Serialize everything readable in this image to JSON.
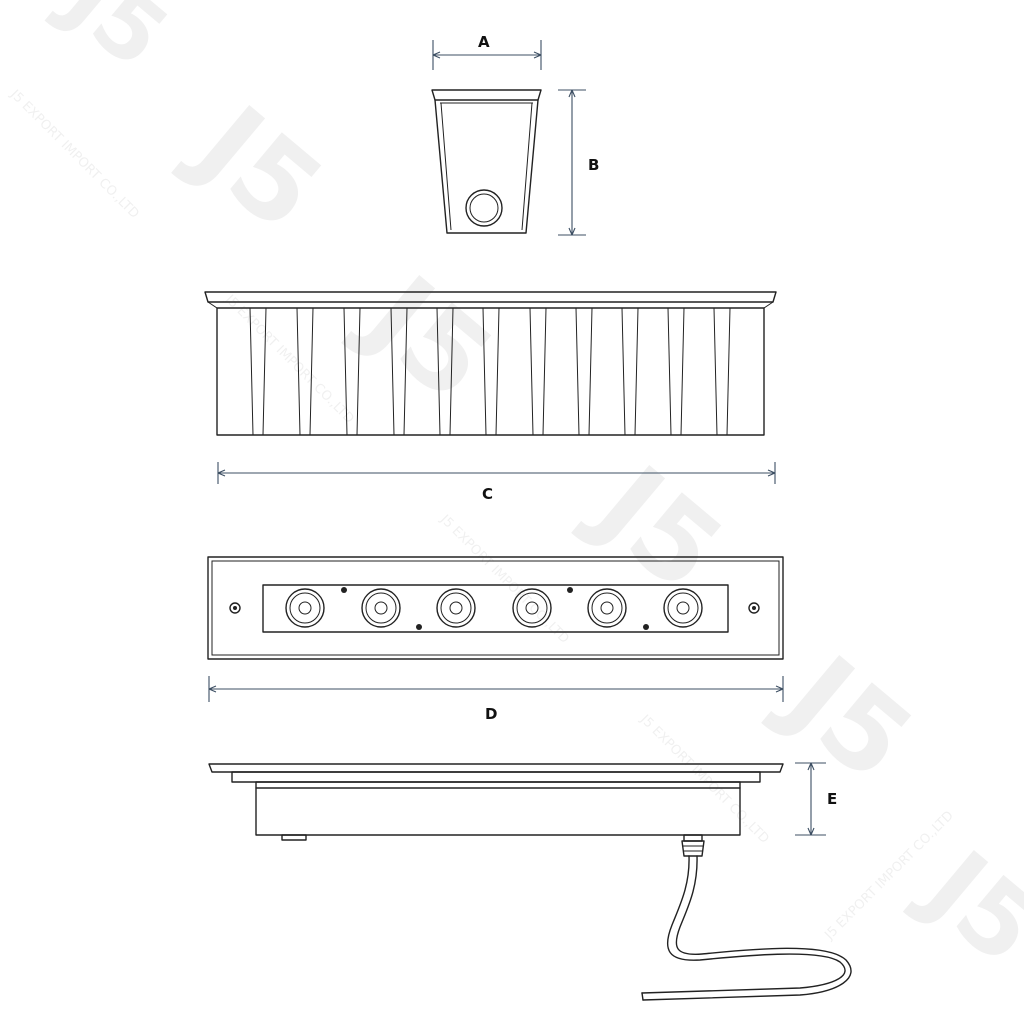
{
  "labels": {
    "a": "A",
    "b": "B",
    "c": "C",
    "d": "D",
    "e": "E"
  },
  "watermark": {
    "logo": "J5",
    "company": "J5 EXPORT IMPORT CO.,LTD"
  },
  "colors": {
    "line": "#222222",
    "dimension": "#3d4f63",
    "background": "#ffffff"
  }
}
